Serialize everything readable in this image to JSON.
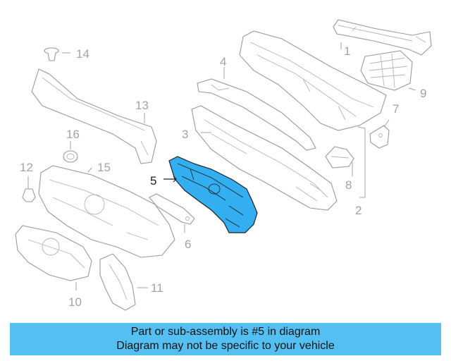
{
  "diagram": {
    "highlight_color": "#33aef0",
    "callouts": {
      "c1": "1",
      "c2": "2",
      "c3": "3",
      "c4": "4",
      "c5": "5",
      "c6": "6",
      "c7": "7",
      "c8": "8",
      "c9": "9",
      "c10": "10",
      "c11": "11",
      "c12": "12",
      "c13": "13",
      "c14": "14",
      "c15": "15",
      "c16": "16"
    }
  },
  "banner": {
    "line1": "Part or sub-assembly is #5 in diagram",
    "line2": "Diagram may not be specific to your vehicle",
    "background": "#54c0f2"
  }
}
